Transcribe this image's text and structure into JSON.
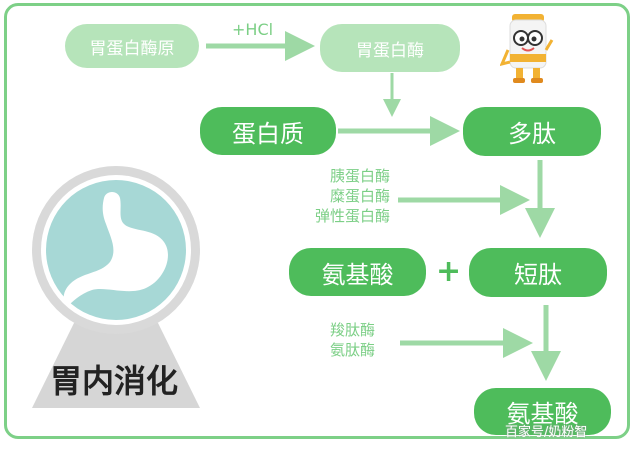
{
  "nodes": {
    "pepsinogen": "胃蛋白酶原",
    "pepsin": "胃蛋白酶",
    "protein": "蛋白质",
    "polypeptide": "多肽",
    "amino_acid_1": "氨基酸",
    "oligopeptide": "短肽",
    "amino_acid_2": "氨基酸"
  },
  "activator": "+HCl",
  "plus_sign": "+",
  "enzymes_1": [
    "胰蛋白酶",
    "糜蛋白酶",
    "弹性蛋白酶"
  ],
  "enzymes_2": [
    "羧肽酶",
    "氨肽酶"
  ],
  "stomach_label": "胃内消化",
  "watermark": "百家号/奶粉智",
  "colors": {
    "border": "#7dd087",
    "dark_pill": "#4ebc5b",
    "light_pill": "#b6e4ba",
    "arrow": "#9ed9a5",
    "enzyme_text": "#7ccf86"
  },
  "icons": [
    "stomach-icon",
    "milk-can-mascot-icon"
  ]
}
